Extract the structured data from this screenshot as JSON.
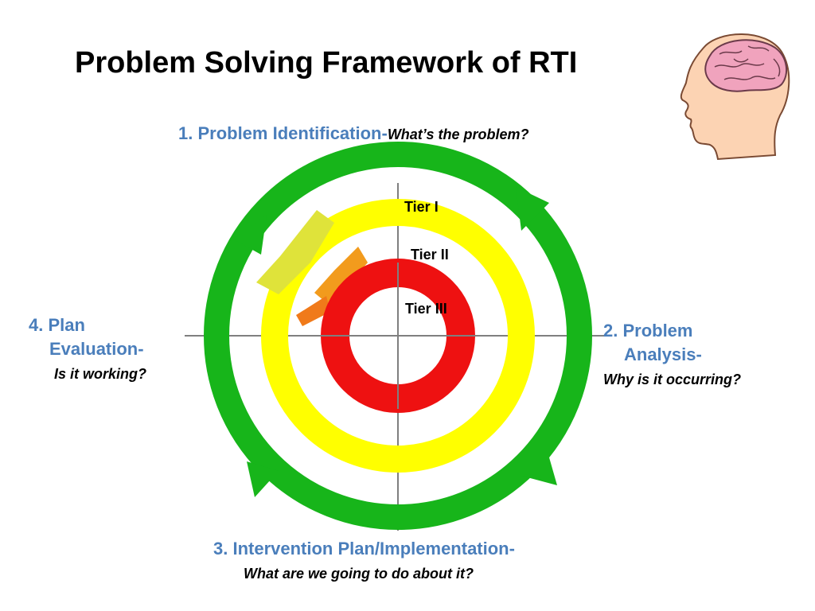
{
  "title": "Problem Solving Framework of RTI",
  "steps": {
    "identification": {
      "label": "1. Problem Identification-",
      "question": "What’s the problem?"
    },
    "analysis": {
      "label_line1": "2. Problem",
      "label_line2": "Analysis-",
      "question": "Why is it occurring?"
    },
    "intervention": {
      "label": "3. Intervention Plan/Implementation-",
      "question": "What are we going to do about it?"
    },
    "evaluation": {
      "label_line1": "4. Plan",
      "label_line2": "Evaluation-",
      "question": "Is it working?"
    }
  },
  "tiers": [
    "Tier I",
    "Tier II",
    "Tier III"
  ],
  "colors": {
    "step_label": "#4a7ebb",
    "tier_1_ring": "#17b51a",
    "tier_2_ring": "#ffff00",
    "tier_3_ring": "#ee1111",
    "axis": "#7f7f7f"
  },
  "illustration": "head-with-brain-icon"
}
